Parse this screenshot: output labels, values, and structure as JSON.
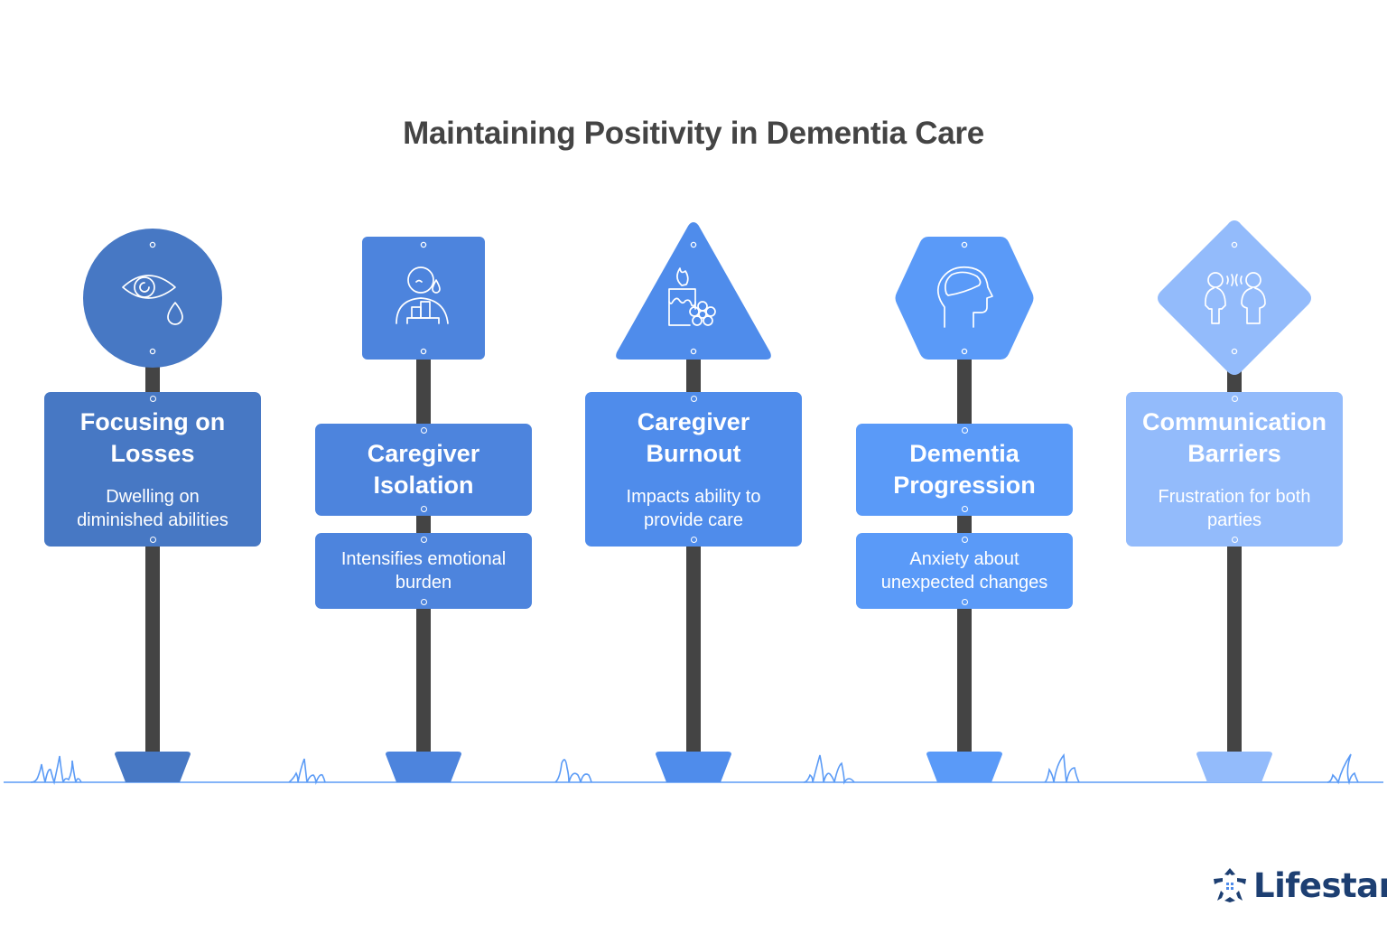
{
  "title": "Maintaining Positivity in Dementia Care",
  "colors": {
    "sign1": "#4778c4",
    "sign2": "#4d84dd",
    "sign3": "#4f8ceb",
    "sign4": "#5a9af8",
    "sign5": "#93bbfb",
    "pole": "#444444",
    "ground": "#5b9bf6",
    "logo": "#1d3f72"
  },
  "signs": [
    {
      "shape": "circle",
      "icon": "eye-tear-icon",
      "heading": [
        "Focusing on",
        "Losses"
      ],
      "description": [
        "Dwelling on",
        "diminished abilities"
      ],
      "separate_description": false
    },
    {
      "shape": "square",
      "icon": "sad-person-blocks-icon",
      "heading": [
        "Caregiver",
        "Isolation"
      ],
      "description": [
        "Intensifies emotional",
        "burden"
      ],
      "separate_description": true
    },
    {
      "shape": "triangle",
      "icon": "candle-flower-icon",
      "heading": [
        "Caregiver",
        "Burnout"
      ],
      "description": [
        "Impacts ability to",
        "provide care"
      ],
      "separate_description": false
    },
    {
      "shape": "hexagon",
      "icon": "head-brain-icon",
      "heading": [
        "Dementia",
        "Progression"
      ],
      "description": [
        "Anxiety about",
        "unexpected changes"
      ],
      "separate_description": true
    },
    {
      "shape": "diamond",
      "icon": "two-people-talking-icon",
      "heading": [
        "Communication",
        "Barriers"
      ],
      "description": [
        "Frustration for both",
        "parties"
      ],
      "separate_description": false
    }
  ],
  "logo": {
    "text": "Lifestar",
    "icon": "star-house-logo-icon"
  }
}
